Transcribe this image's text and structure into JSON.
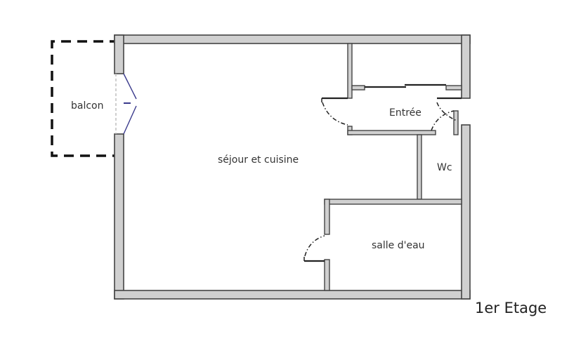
{
  "plan": {
    "floor_label": "1er Etage",
    "rooms": [
      {
        "id": "balcon",
        "label": "balcon"
      },
      {
        "id": "sejour",
        "label": "séjour et cuisine"
      },
      {
        "id": "entree",
        "label": "Entrée"
      },
      {
        "id": "wc",
        "label": "Wc"
      },
      {
        "id": "salle-eau",
        "label": "salle d'eau"
      }
    ],
    "colors": {
      "wall_fill": "#d0d0d0",
      "wall_stroke": "#444444",
      "window": "#3a3a8c",
      "door_arc": "#222222"
    }
  }
}
